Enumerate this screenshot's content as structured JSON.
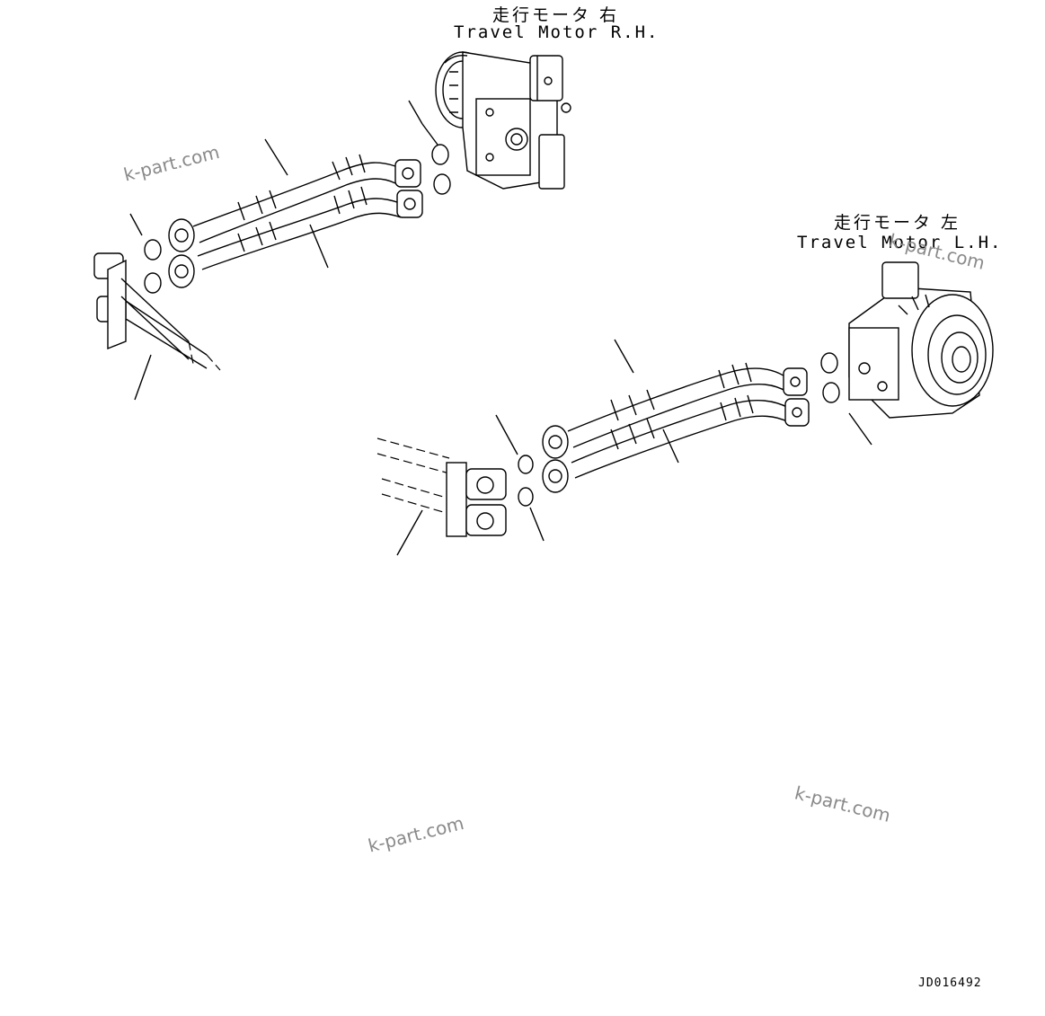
{
  "labels": {
    "motor_rh_jp": "走行モータ 右",
    "motor_rh_en": "Travel Motor R.H.",
    "motor_lh_jp": "走行モータ 左",
    "motor_lh_en": "Travel Motor L.H."
  },
  "watermarks": [
    "k-part.com",
    "k-part.com",
    "k-part.com",
    "k-part.com"
  ],
  "drawing_code": "JD016492"
}
